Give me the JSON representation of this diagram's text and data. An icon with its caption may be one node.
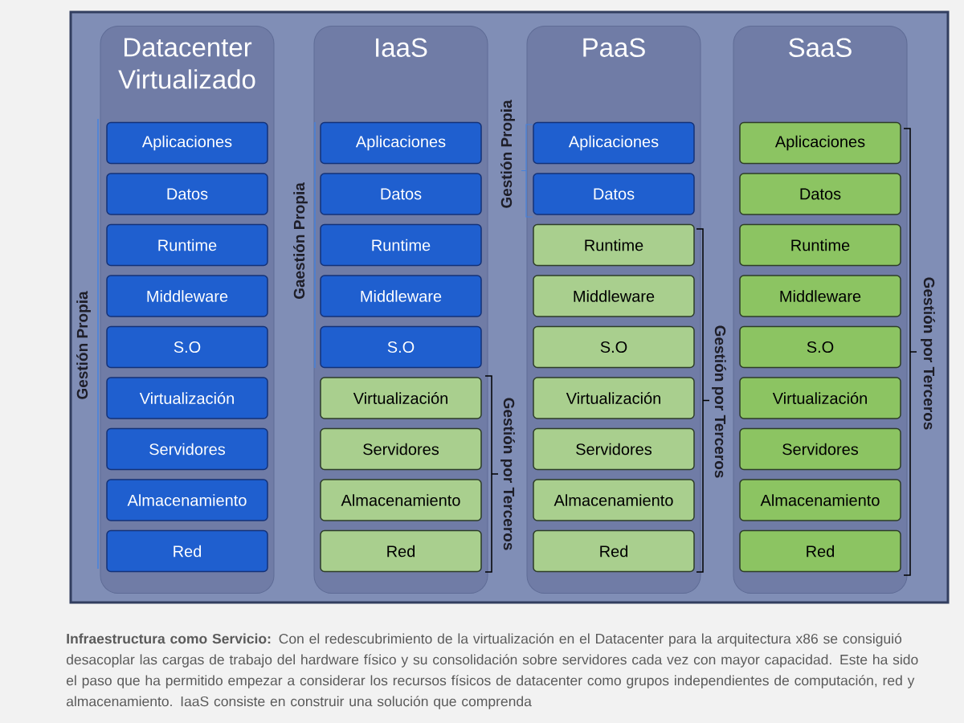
{
  "diagram": {
    "caption": "**Infraestructura como Servicio:** Con el redescubrimiento de la virtualización en el Datacenter para la arquitectura x86 se consiguió desacoplar las cargas de trabajo del hardware físico y su consolidación sobre servidores cada vez con mayor capacidad. Este ha sido el paso que ha permitido empezar a considerar los recursos físicos de datacenter como grupos independientes de computación, red y almacenamiento. IaaS consiste en construir una solución que comprenda",
    "nodes": [
      {
        "text": [
          "Datacenter Virtualizado"
        ]
      },
      {
        "text": [
          "Aplicaciones"
        ],
        "in": 0
      },
      {
        "text": [
          "Datos"
        ],
        "in": 0
      },
      {
        "text": [
          "Runtime"
        ],
        "in": 0
      },
      {
        "text": [
          "Middleware"
        ],
        "in": 0
      },
      {
        "text": [
          "S.O"
        ],
        "in": 0
      },
      {
        "text": [
          "Virtualización"
        ],
        "in": 0
      },
      {
        "text": [
          "Servidores"
        ],
        "in": 0
      },
      {
        "text": [
          "Almacenamiento"
        ],
        "in": 0
      },
      {
        "text": [
          "Red"
        ],
        "in": 0
      },
      {
        "text": [
          "IaaS"
        ]
      },
      {
        "text": [
          "Aplicaciones"
        ],
        "in": 10
      },
      {
        "text": [
          "Datos"
        ],
        "in": 10
      },
      {
        "text": [
          "Runtime"
        ],
        "in": 10
      },
      {
        "text": [
          "Middleware"
        ],
        "in": 10
      },
      {
        "text": [
          "S.O"
        ],
        "in": 10
      },
      {
        "text": [
          "Virtualización"
        ],
        "in": 10
      },
      {
        "text": [
          "Servidores"
        ],
        "in": 10
      },
      {
        "text": [
          "Almacenamiento"
        ],
        "in": 10
      },
      {
        "text": [
          "Red"
        ],
        "in": 10
      },
      {
        "text": [
          "PaaS"
        ]
      },
      {
        "text": [
          "Aplicaciones"
        ],
        "in": 20
      },
      {
        "text": [
          "Datos"
        ],
        "in": 20
      },
      {
        "text": [
          "Runtime"
        ],
        "in": 20
      },
      {
        "text": [
          "Middleware"
        ],
        "in": 20
      },
      {
        "text": [
          "S.O"
        ],
        "in": 20
      },
      {
        "text": [
          "Virtualización"
        ],
        "in": 20
      },
      {
        "text": [
          "Servidores"
        ],
        "in": 20
      },
      {
        "text": [
          "Almacenamiento"
        ],
        "in": 20
      },
      {
        "text": [
          "Red"
        ],
        "in": 20
      },
      {
        "text": [
          "SaaS"
        ]
      },
      {
        "text": [
          "Aplicaciones"
        ],
        "in": 30
      },
      {
        "text": [
          "Datos"
        ],
        "in": 30
      },
      {
        "text": [
          "Runtime"
        ],
        "in": 30
      },
      {
        "text": [
          "Middleware"
        ],
        "in": 30
      },
      {
        "text": [
          "S.O"
        ],
        "in": 30
      },
      {
        "text": [
          "Virtualización"
        ],
        "in": 30
      },
      {
        "text": [
          "Servidores"
        ],
        "in": 30
      },
      {
        "text": [
          "Almacenamiento"
        ],
        "in": 30
      },
      {
        "text": [
          "Red"
        ],
        "in": 30
      }
    ],
    "labels": [
      "Gestión Propia",
      "Gaestión Propia",
      "Gestión por Terceros",
      "Gestión Propia",
      "Gestión por Terceros",
      "Gestión por Terceros"
    ]
  }
}
